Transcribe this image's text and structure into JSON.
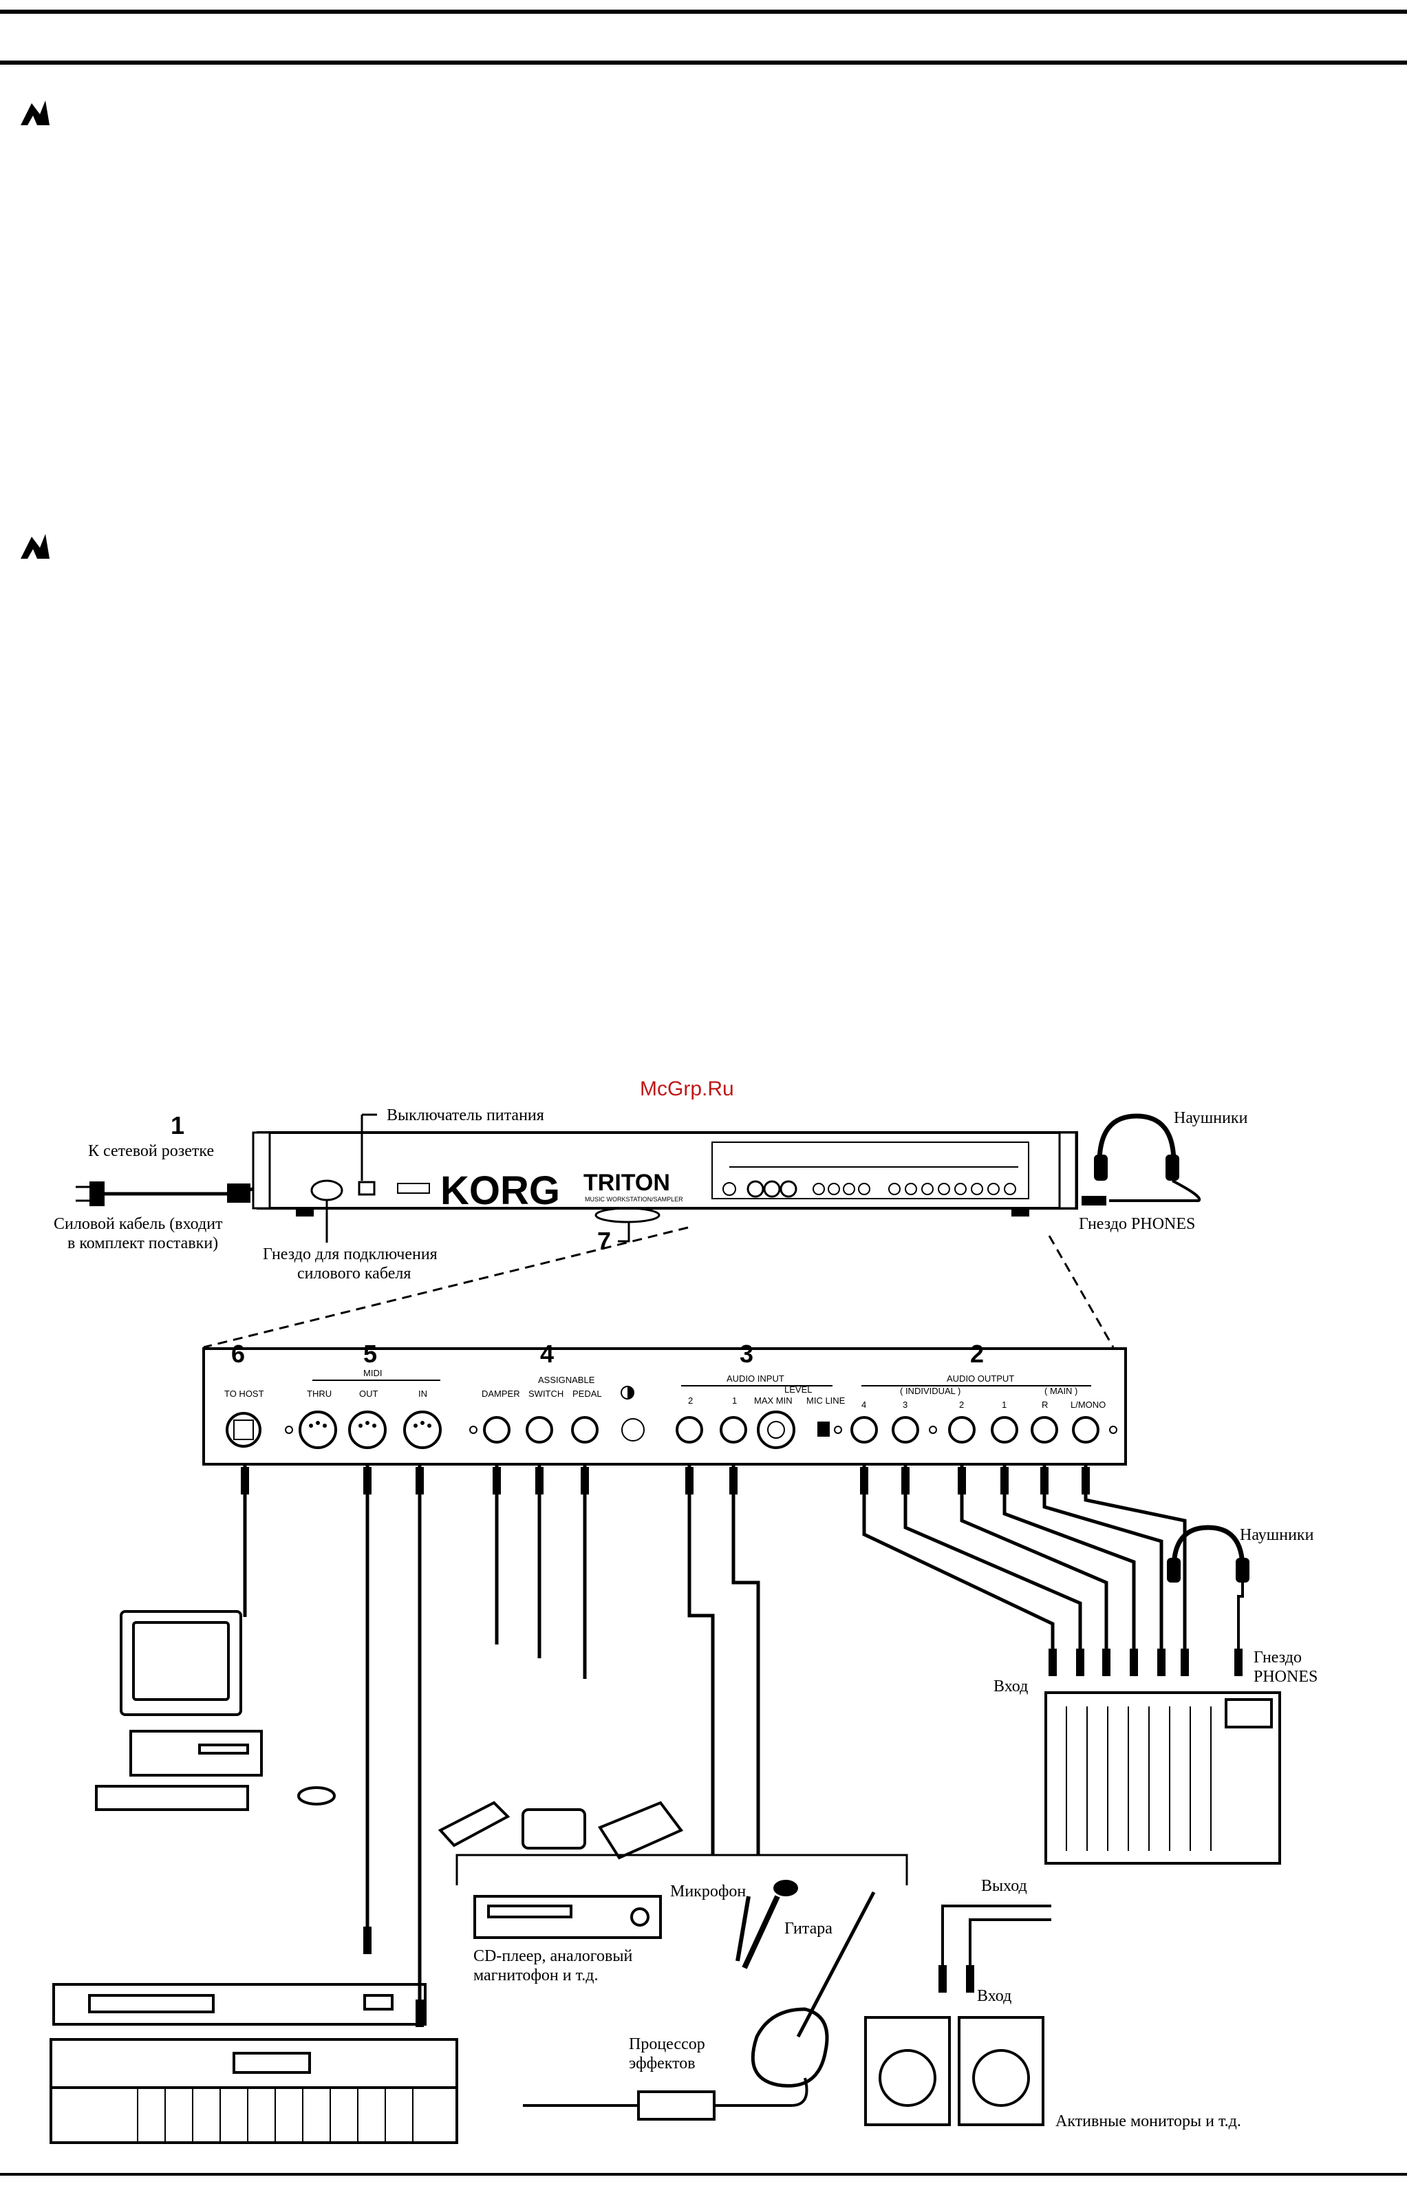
{
  "watermark": "McGrp.Ru",
  "callouts": {
    "n1": "1",
    "n2": "2",
    "n3": "3",
    "n4": "4",
    "n5": "5",
    "n6": "6",
    "n7": "7"
  },
  "labels": {
    "power_outlet": "К сетевой розетке",
    "power_cable_1": "Силовой кабель (входит",
    "power_cable_2": "в комплект поставки)",
    "power_switch": "Выключатель питания",
    "power_jack_1": "Гнездо для подключения",
    "power_jack_2": "силового кабеля",
    "headphones_top": "Наушники",
    "phones_jack_top": "Гнездо PHONES",
    "headphones_right": "Наушники",
    "phones_jack_right_1": "Гнездо",
    "phones_jack_right_2": "PHONES",
    "mixer_input": "Вход",
    "microphone": "Микрофон",
    "guitar": "Гитара",
    "cd_player_1": "CD-плеер, аналоговый",
    "cd_player_2": "магнитофон и т.д.",
    "output": "Выход",
    "monitor_input": "Вход",
    "fx_1": "Процессор",
    "fx_2": "эффектов",
    "monitors": "Активные мониторы и т.д."
  },
  "panel": {
    "brand": "KORG",
    "model": "TRITON",
    "model_sub": "MUSIC WORKSTATION/SAMPLER",
    "midi": "MIDI",
    "to_host": "TO HOST",
    "thru": "THRU",
    "out": "OUT",
    "in": "IN",
    "assignable": "ASSIGNABLE",
    "damper": "DAMPER",
    "switch": "SWITCH",
    "pedal": "PEDAL",
    "audio_input": "AUDIO INPUT",
    "in2": "2",
    "in1": "1",
    "level": "LEVEL",
    "max_min": "MAX MIN",
    "mic_line": "MIC LINE",
    "audio_output": "AUDIO OUTPUT",
    "individual": "( INDIVIDUAL )",
    "main": "( MAIN )",
    "o4": "4",
    "o3": "3",
    "o2": "2",
    "o1": "1",
    "r": "R",
    "lmono": "L/MONO"
  }
}
